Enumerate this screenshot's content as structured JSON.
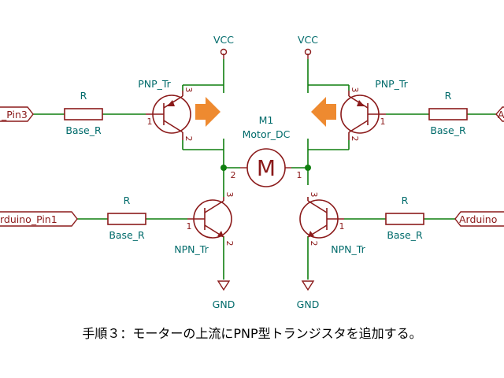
{
  "power": {
    "vcc_left": "VCC",
    "vcc_right": "VCC",
    "gnd_left": "GND",
    "gnd_right": "GND"
  },
  "motor": {
    "ref": "M1",
    "value": "Motor_DC",
    "symbol": "M",
    "pin_left": "2",
    "pin_right": "1"
  },
  "pnp_left": {
    "name": "PNP_Tr",
    "pin_base": "1",
    "pin_emitter": "3",
    "pin_collector": "2"
  },
  "pnp_right": {
    "name": "PNP_Tr",
    "pin_base": "1",
    "pin_emitter": "3",
    "pin_collector": "2"
  },
  "npn_left": {
    "name": "NPN_Tr",
    "pin_base": "1",
    "pin_collector": "3",
    "pin_emitter": "2"
  },
  "npn_right": {
    "name": "NPN_Tr",
    "pin_base": "1",
    "pin_collector": "3",
    "pin_emitter": "2"
  },
  "resistors": {
    "top_left": {
      "ref": "R",
      "value": "Base_R"
    },
    "top_right": {
      "ref": "R",
      "value": "Base_R"
    },
    "bottom_left": {
      "ref": "R",
      "value": "Base_R"
    },
    "bottom_right": {
      "ref": "R",
      "value": "Base_R"
    }
  },
  "ports": {
    "top_left": "_Pin3",
    "top_right": "A",
    "bottom_left": "rduino_Pin1",
    "bottom_right": "Arduino"
  },
  "colors": {
    "wire": "#0f7f0f",
    "component": "#8b1a1a",
    "label": "#006b6b",
    "arrow": "#ee8a30"
  },
  "caption": "手順３：モーターの上流にPNP型トランジスタを追加する。"
}
